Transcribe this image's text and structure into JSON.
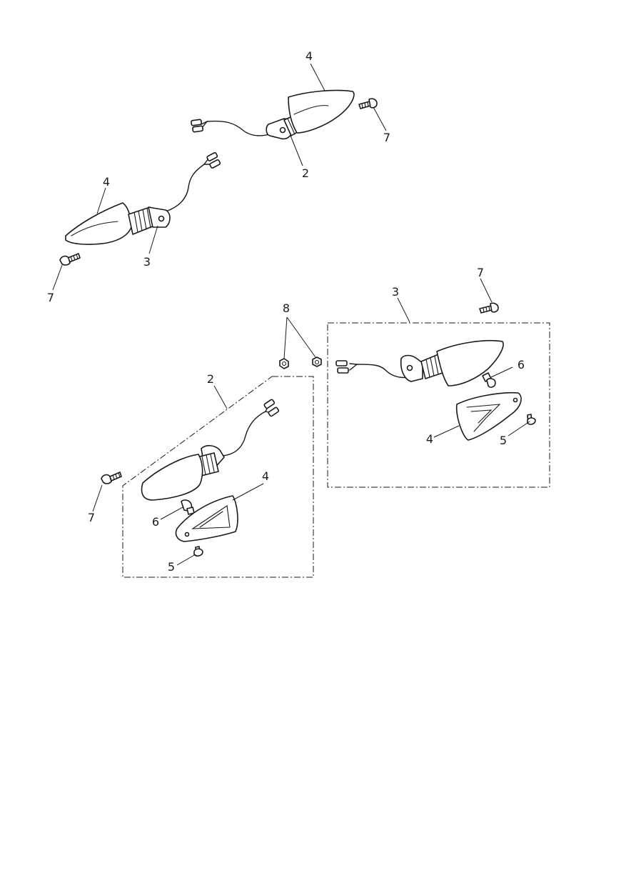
{
  "callouts": {
    "top_lamp_lens": "4",
    "top_lamp_screw": "7",
    "top_lamp_body": "2",
    "left_lamp_lens": "4",
    "left_lamp_body": "3",
    "left_lamp_screw": "7",
    "kit3_label": "3",
    "kit3_screw": "7",
    "nuts": "8",
    "kit2_label": "2",
    "kit3_bulb": "6",
    "kit3_lens": "4",
    "kit3_lens_screw": "5",
    "kit2_lens": "4",
    "kit2_screw": "7",
    "kit2_bulb": "6",
    "kit2_lens_screw": "5"
  }
}
